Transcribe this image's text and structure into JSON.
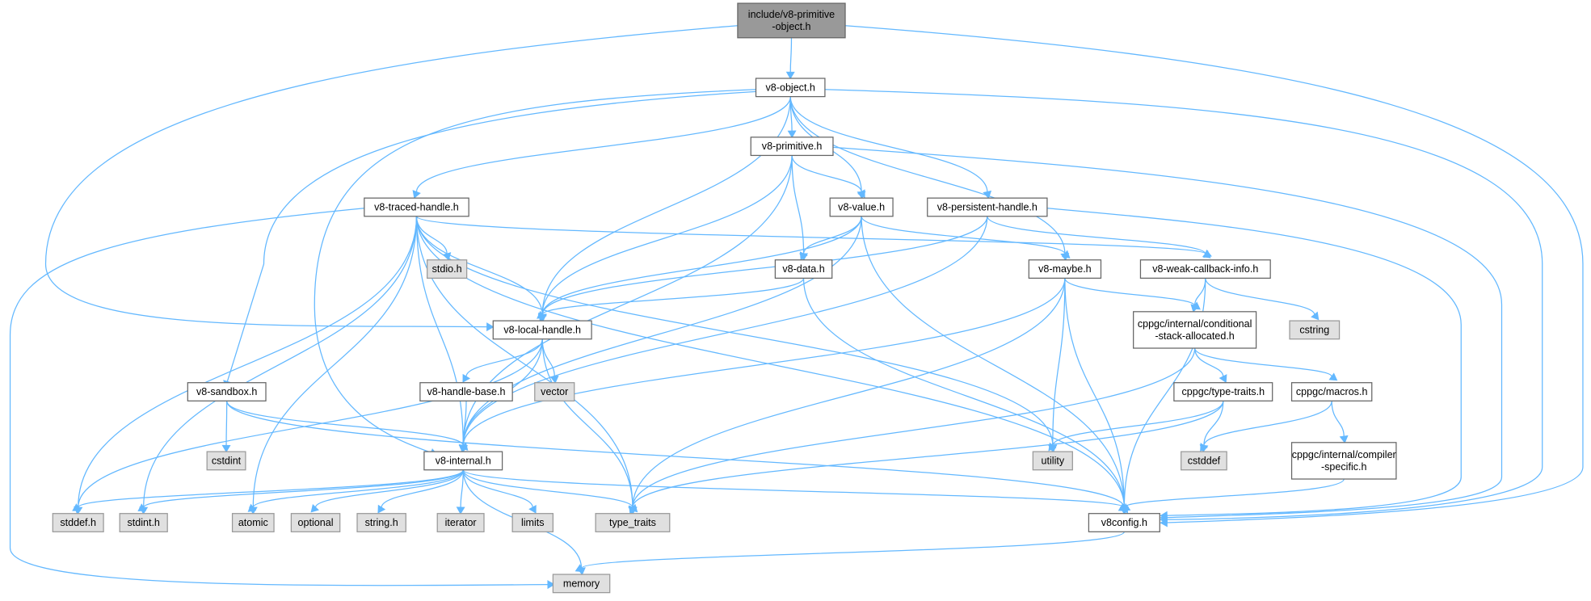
{
  "title": "include/v8-primitive-object.h include dependency graph",
  "colors": {
    "edge": "#63b8ff",
    "root_fill": "#999999",
    "system_fill": "#e0e0e0",
    "project_fill": "#ffffff"
  },
  "nodes": [
    {
      "id": "root",
      "lines": [
        "include/v8-primitive",
        "-object.h"
      ],
      "kind": "root"
    },
    {
      "id": "object",
      "lines": [
        "v8-object.h"
      ],
      "kind": "project"
    },
    {
      "id": "primitive",
      "lines": [
        "v8-primitive.h"
      ],
      "kind": "project"
    },
    {
      "id": "traced",
      "lines": [
        "v8-traced-handle.h"
      ],
      "kind": "project"
    },
    {
      "id": "value",
      "lines": [
        "v8-value.h"
      ],
      "kind": "project"
    },
    {
      "id": "persistent",
      "lines": [
        "v8-persistent-handle.h"
      ],
      "kind": "project"
    },
    {
      "id": "stdio",
      "lines": [
        "stdio.h"
      ],
      "kind": "system"
    },
    {
      "id": "data",
      "lines": [
        "v8-data.h"
      ],
      "kind": "project"
    },
    {
      "id": "maybe",
      "lines": [
        "v8-maybe.h"
      ],
      "kind": "project"
    },
    {
      "id": "weak",
      "lines": [
        "v8-weak-callback-info.h"
      ],
      "kind": "project"
    },
    {
      "id": "local",
      "lines": [
        "v8-local-handle.h"
      ],
      "kind": "project"
    },
    {
      "id": "vector",
      "lines": [
        "vector"
      ],
      "kind": "system"
    },
    {
      "id": "cond",
      "lines": [
        "cppgc/internal/conditional",
        "-stack-allocated.h"
      ],
      "kind": "project"
    },
    {
      "id": "cstring",
      "lines": [
        "cstring"
      ],
      "kind": "system"
    },
    {
      "id": "sandbox",
      "lines": [
        "v8-sandbox.h"
      ],
      "kind": "project"
    },
    {
      "id": "handlebase",
      "lines": [
        "v8-handle-base.h"
      ],
      "kind": "project"
    },
    {
      "id": "cppgctt",
      "lines": [
        "cppgc/type-traits.h"
      ],
      "kind": "project"
    },
    {
      "id": "macros",
      "lines": [
        "cppgc/macros.h"
      ],
      "kind": "project"
    },
    {
      "id": "cstdint",
      "lines": [
        "cstdint"
      ],
      "kind": "system"
    },
    {
      "id": "internal",
      "lines": [
        "v8-internal.h"
      ],
      "kind": "project"
    },
    {
      "id": "utility",
      "lines": [
        "utility"
      ],
      "kind": "system"
    },
    {
      "id": "cstddef",
      "lines": [
        "cstddef"
      ],
      "kind": "system"
    },
    {
      "id": "compiler",
      "lines": [
        "cppgc/internal/compiler",
        "-specific.h"
      ],
      "kind": "project"
    },
    {
      "id": "stddef",
      "lines": [
        "stddef.h"
      ],
      "kind": "system"
    },
    {
      "id": "stdint",
      "lines": [
        "stdint.h"
      ],
      "kind": "system"
    },
    {
      "id": "atomic",
      "lines": [
        "atomic"
      ],
      "kind": "system"
    },
    {
      "id": "optional",
      "lines": [
        "optional"
      ],
      "kind": "system"
    },
    {
      "id": "string",
      "lines": [
        "string.h"
      ],
      "kind": "system"
    },
    {
      "id": "iterator",
      "lines": [
        "iterator"
      ],
      "kind": "system"
    },
    {
      "id": "limits",
      "lines": [
        "limits"
      ],
      "kind": "system"
    },
    {
      "id": "type_traits",
      "lines": [
        "type_traits"
      ],
      "kind": "system"
    },
    {
      "id": "v8config",
      "lines": [
        "v8config.h"
      ],
      "kind": "project"
    },
    {
      "id": "memory",
      "lines": [
        "memory"
      ],
      "kind": "system"
    }
  ],
  "edges": [
    [
      "root",
      "object"
    ],
    [
      "root",
      "local"
    ],
    [
      "root",
      "v8config"
    ],
    [
      "object",
      "primitive"
    ],
    [
      "object",
      "traced"
    ],
    [
      "object",
      "value"
    ],
    [
      "object",
      "persistent"
    ],
    [
      "object",
      "maybe"
    ],
    [
      "object",
      "local"
    ],
    [
      "object",
      "internal"
    ],
    [
      "object",
      "sandbox"
    ],
    [
      "object",
      "v8config"
    ],
    [
      "primitive",
      "value"
    ],
    [
      "primitive",
      "data"
    ],
    [
      "primitive",
      "local"
    ],
    [
      "primitive",
      "internal"
    ],
    [
      "primitive",
      "v8config"
    ],
    [
      "traced",
      "stdio"
    ],
    [
      "traced",
      "local"
    ],
    [
      "traced",
      "internal"
    ],
    [
      "traced",
      "weak"
    ],
    [
      "traced",
      "stddef"
    ],
    [
      "traced",
      "stdint"
    ],
    [
      "traced",
      "atomic"
    ],
    [
      "traced",
      "memory"
    ],
    [
      "traced",
      "type_traits"
    ],
    [
      "traced",
      "utility"
    ],
    [
      "traced",
      "v8config"
    ],
    [
      "value",
      "data"
    ],
    [
      "value",
      "maybe"
    ],
    [
      "value",
      "local"
    ],
    [
      "value",
      "internal"
    ],
    [
      "value",
      "v8config"
    ],
    [
      "persistent",
      "weak"
    ],
    [
      "persistent",
      "local"
    ],
    [
      "persistent",
      "internal"
    ],
    [
      "persistent",
      "v8config"
    ],
    [
      "data",
      "local"
    ],
    [
      "data",
      "v8config"
    ],
    [
      "maybe",
      "cond"
    ],
    [
      "maybe",
      "internal"
    ],
    [
      "maybe",
      "utility"
    ],
    [
      "maybe",
      "type_traits"
    ],
    [
      "maybe",
      "v8config"
    ],
    [
      "weak",
      "cond"
    ],
    [
      "weak",
      "cstring"
    ],
    [
      "weak",
      "v8config"
    ],
    [
      "local",
      "handlebase"
    ],
    [
      "local",
      "vector"
    ],
    [
      "local",
      "internal"
    ],
    [
      "local",
      "stddef"
    ],
    [
      "local",
      "type_traits"
    ],
    [
      "cond",
      "cppgctt"
    ],
    [
      "cond",
      "macros"
    ],
    [
      "cond",
      "type_traits"
    ],
    [
      "sandbox",
      "cstdint"
    ],
    [
      "sandbox",
      "internal"
    ],
    [
      "sandbox",
      "v8config"
    ],
    [
      "handlebase",
      "internal"
    ],
    [
      "cppgctt",
      "utility"
    ],
    [
      "cppgctt",
      "cstddef"
    ],
    [
      "cppgctt",
      "type_traits"
    ],
    [
      "macros",
      "cstddef"
    ],
    [
      "macros",
      "compiler"
    ],
    [
      "compiler",
      "v8config"
    ],
    [
      "internal",
      "stddef"
    ],
    [
      "internal",
      "stdint"
    ],
    [
      "internal",
      "atomic"
    ],
    [
      "internal",
      "optional"
    ],
    [
      "internal",
      "string"
    ],
    [
      "internal",
      "iterator"
    ],
    [
      "internal",
      "limits"
    ],
    [
      "internal",
      "memory"
    ],
    [
      "internal",
      "type_traits"
    ],
    [
      "internal",
      "v8config"
    ],
    [
      "v8config",
      "memory"
    ]
  ]
}
